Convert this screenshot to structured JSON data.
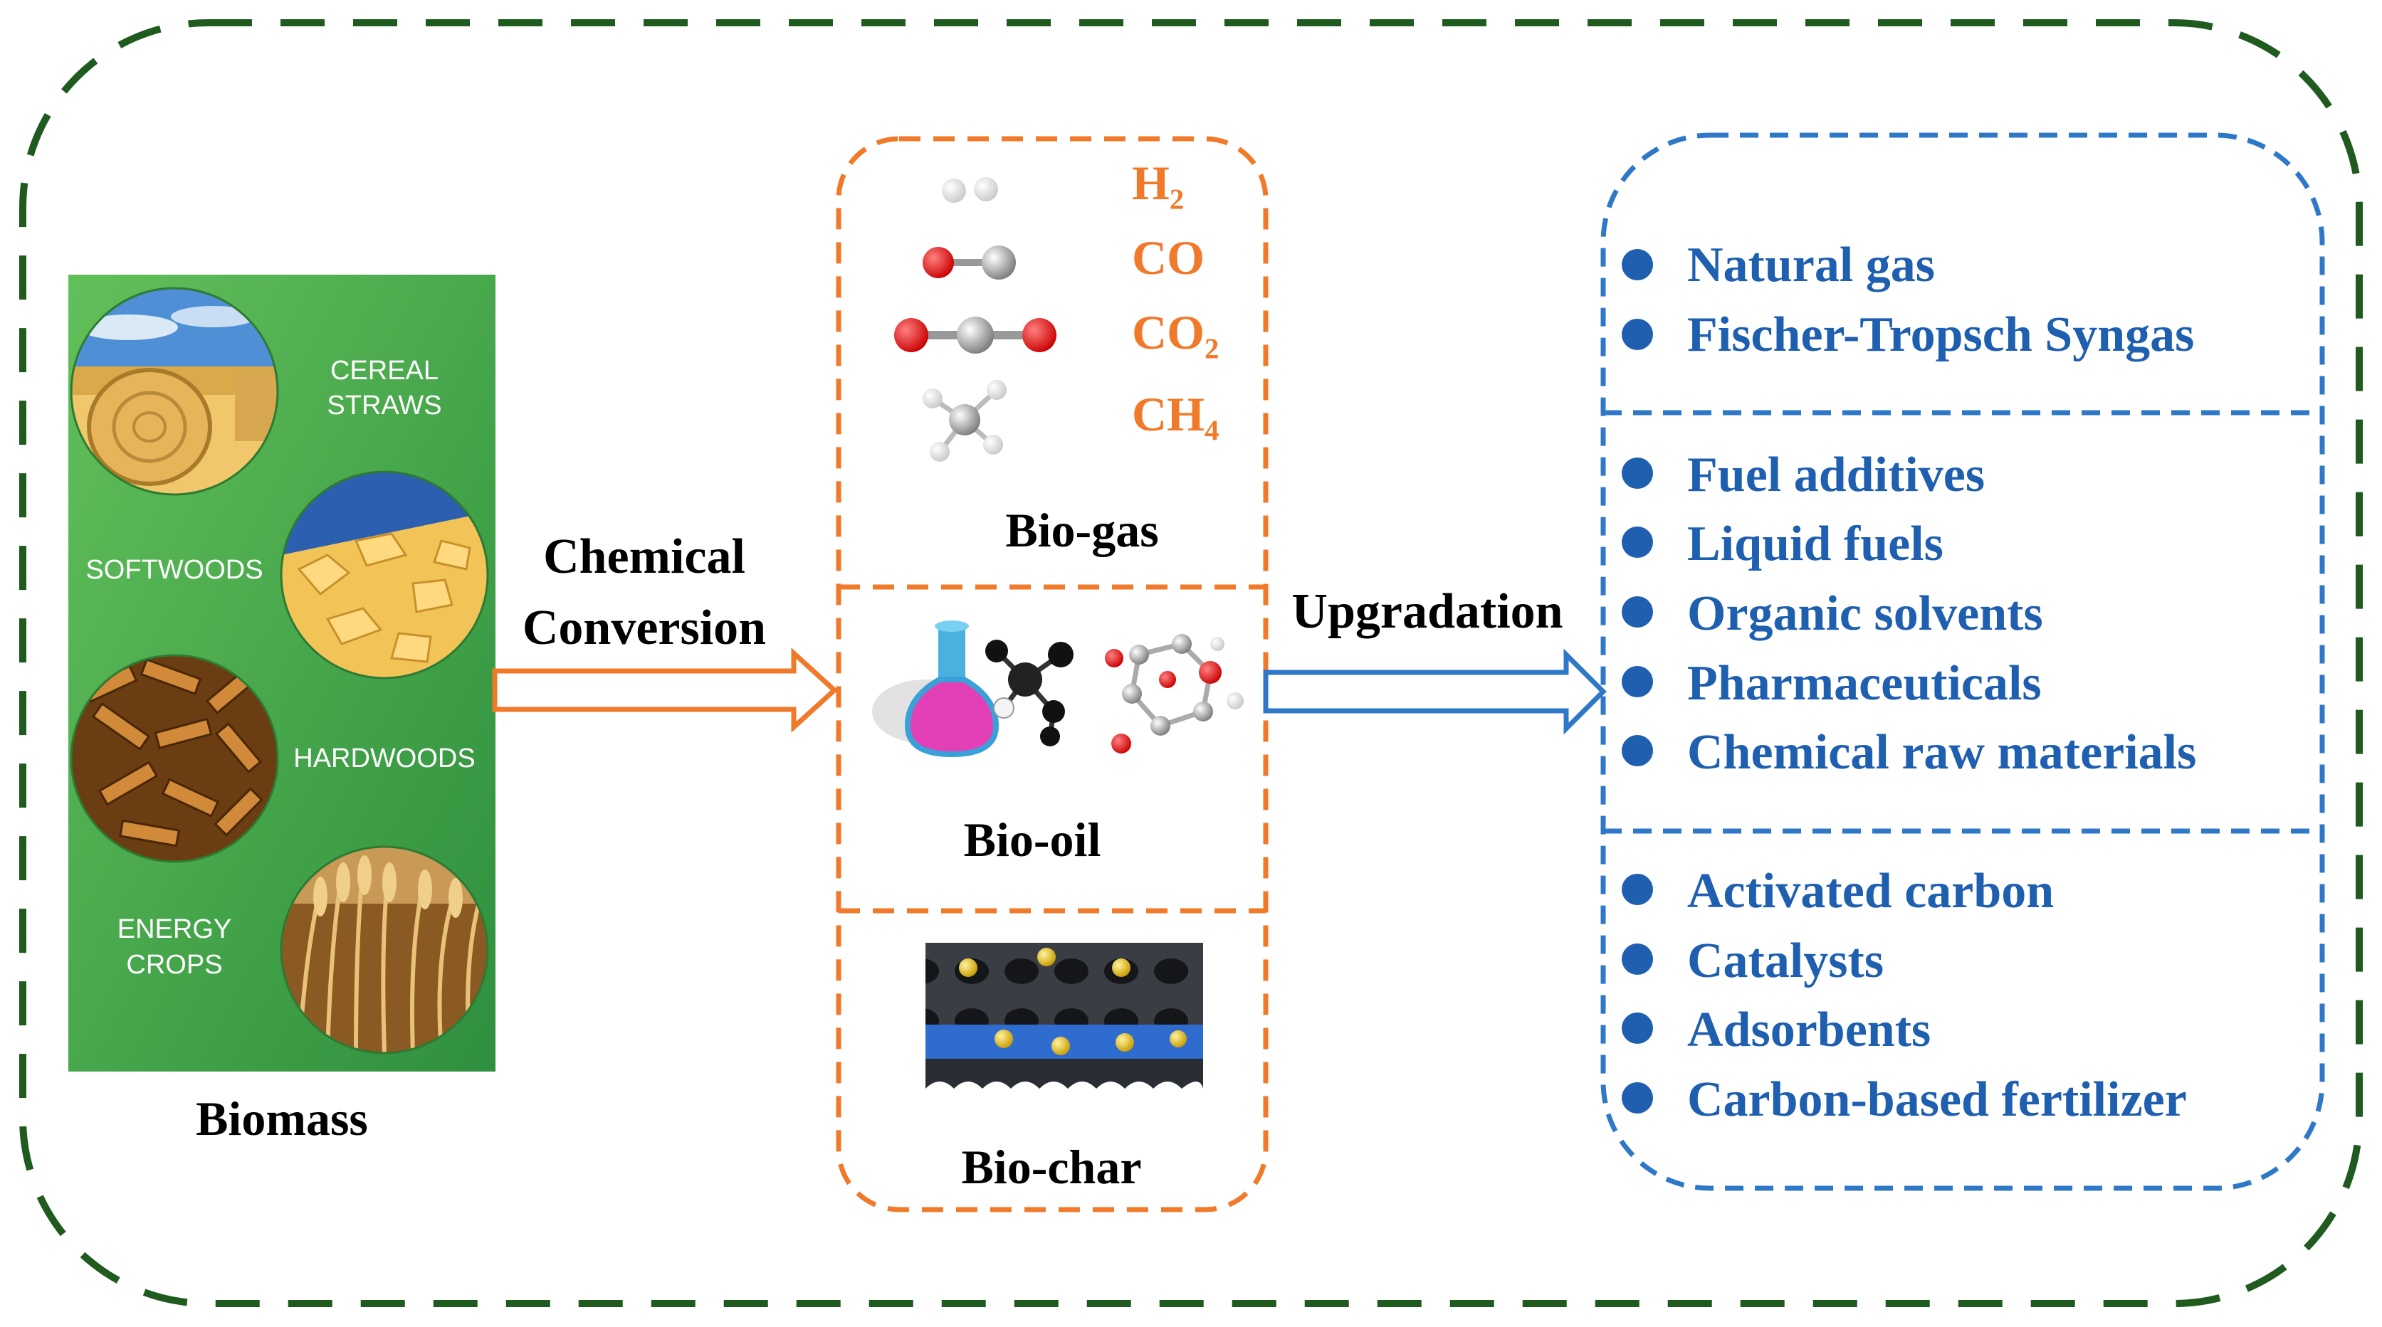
{
  "biomass": {
    "label": "Biomass",
    "types": [
      {
        "lines": [
          "CEREAL",
          "STRAWS"
        ],
        "icon": "hay-bale-icon"
      },
      {
        "lines": [
          "SOFTWOODS"
        ],
        "icon": "wood-chips-icon"
      },
      {
        "lines": [
          "HARDWOODS"
        ],
        "icon": "wood-pieces-icon"
      },
      {
        "lines": [
          "ENERGY",
          "CROPS"
        ],
        "icon": "wheat-icon"
      }
    ]
  },
  "conversion": {
    "lines": [
      "Chemical",
      "Conversion"
    ]
  },
  "products": {
    "biogas": {
      "label": "Bio-gas",
      "molecules": [
        "H₂",
        "CO",
        "CO₂",
        "CH₄"
      ]
    },
    "biooil": {
      "label": "Bio-oil"
    },
    "biochar": {
      "label": "Bio-char"
    }
  },
  "upgradation": {
    "label": "Upgradation"
  },
  "applications": {
    "gas_uses": [
      "Natural gas",
      "Fischer-Tropsch Syngas"
    ],
    "oil_uses": [
      "Fuel additives",
      "Liquid fuels",
      "Organic solvents",
      "Pharmaceuticals",
      "Chemical raw materials"
    ],
    "char_uses": [
      "Activated carbon",
      "Catalysts",
      "Adsorbents",
      "Carbon-based fertilizer"
    ]
  },
  "colors": {
    "outer_border": "#1f5a1f",
    "orange": "#f07a2a",
    "blue": "#2f78c8",
    "app_text": "#1f5fb0",
    "panel_green": "#3fa54a"
  }
}
